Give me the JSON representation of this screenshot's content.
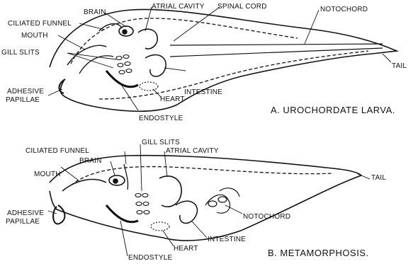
{
  "figure_a": {
    "caption": "A. UROCHORDATE LARVA.",
    "labels": {
      "brain": "BRAIN",
      "atrial_cavity": "ATRIAL CAVITY",
      "spinal_cord": "SPINAL CORD",
      "notochord": "NOTOCHORD",
      "ciliated_funnel": "CILIATED FUNNEL",
      "mouth": "MOUTH",
      "gill_slits": "GILL SLITS",
      "tail": "TAIL",
      "adhesive": "ADHESIVE",
      "papillae": "PAPILLAE",
      "intestine": "INTESTINE",
      "heart": "HEART",
      "endostyle": "ENDOSTYLE"
    }
  },
  "figure_b": {
    "caption": "B. METAMORPHOSIS.",
    "labels": {
      "ciliated_funnel": "CILIATED FUNNEL",
      "gill_slits": "GILL SLITS",
      "atrial_cavity": "ATRIAL CAVITY",
      "brain": "BRAIN",
      "mouth": "MOUTH",
      "tail": "TAIL",
      "adhesive": "ADHESIVE",
      "papillae": "PAPILLAE",
      "notochord": "NOTOCHORD",
      "intestine": "INTESTINE",
      "heart": "HEART",
      "endostyle": "ENDOSTYLE"
    }
  }
}
